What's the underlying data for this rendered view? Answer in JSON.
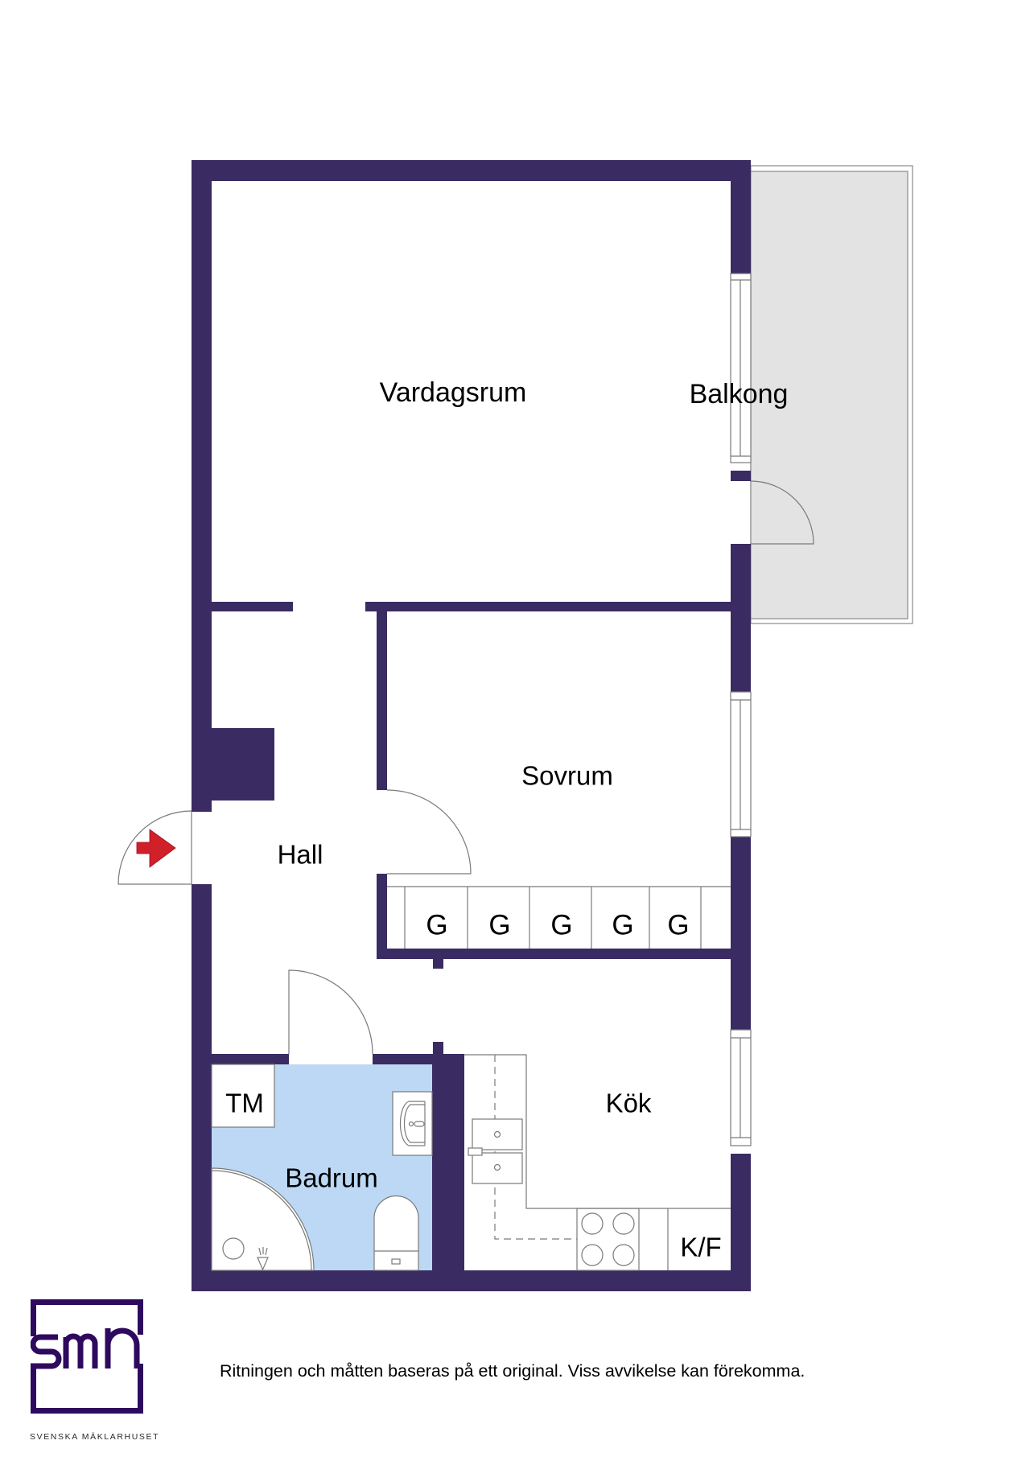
{
  "plan": {
    "rooms": {
      "living_room": "Vardagsrum",
      "balcony": "Balkong",
      "bedroom": "Sovrum",
      "hall": "Hall",
      "bathroom": "Badrum",
      "kitchen": "Kök"
    },
    "fixtures": {
      "wardrobes": [
        "G",
        "G",
        "G",
        "G",
        "G"
      ],
      "washing_machine": "TM",
      "fridge_freezer": "K/F"
    },
    "icons": {
      "entrance": "entrance-arrow-icon"
    },
    "colors": {
      "wall": "#3a2b62",
      "bathroom_floor": "#bcd8f4",
      "balcony_floor": "#e3e3e3",
      "entrance_arrow": "#d0202a",
      "logo": "#2e0a5e"
    }
  },
  "footer": {
    "disclaimer": "Ritningen och måtten baseras på ett original. Viss avvikelse kan förekomma.",
    "logo_text": "smh",
    "logo_caption": "SVENSKA MÄKLARHUSET"
  }
}
